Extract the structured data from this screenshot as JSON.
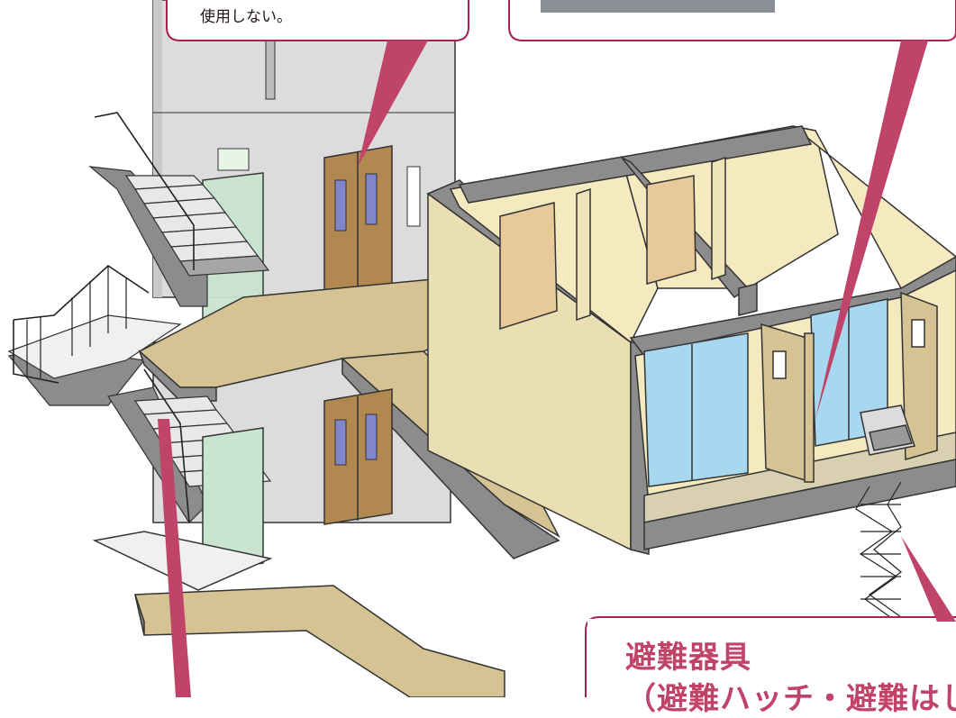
{
  "callouts": {
    "top_left_note": "使用しない。",
    "evacuation_title": "避難器具",
    "evacuation_subtitle": "（避難ハッチ・避難はし"
  },
  "colors": {
    "callout_accent": "#c0436a",
    "callout_border": "#a8224b",
    "wall_light": "#dcdcdc",
    "room_wall": "#f5e9c0",
    "floor_tan": "#d6c393",
    "door_brown": "#b08850",
    "glass_blue": "#a8d8f0",
    "glass_green": "#c9e4cf"
  }
}
